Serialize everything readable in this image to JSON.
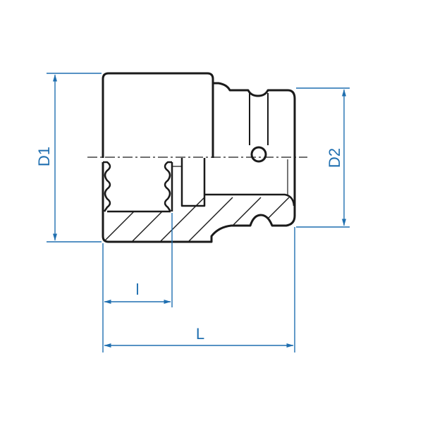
{
  "dimensions": {
    "D1": "D1",
    "D2": "D2",
    "l": "l",
    "L": "L"
  },
  "colors": {
    "outline": "#1a1a1a",
    "dimension": "#1f6fb0",
    "background": "#ffffff"
  }
}
